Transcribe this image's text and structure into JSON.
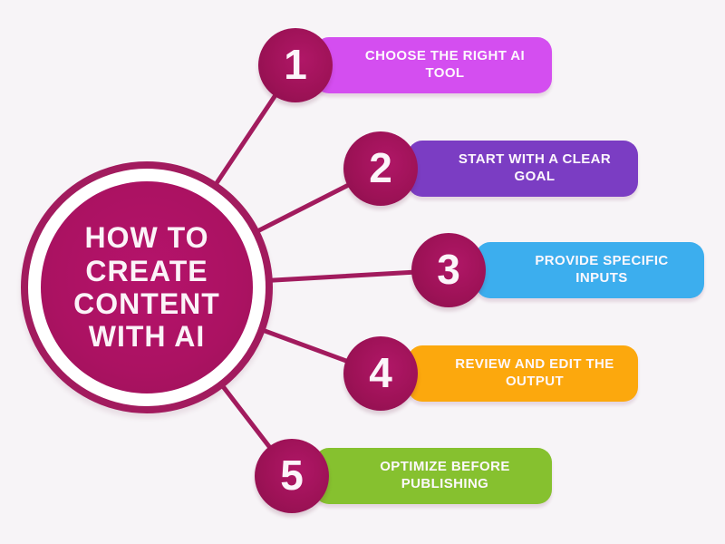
{
  "title": {
    "lines": [
      "HOW TO",
      "CREATE",
      "CONTENT",
      "WITH AI"
    ]
  },
  "steps": [
    {
      "number": "1",
      "label": "CHOOSE THE RIGHT AI TOOL",
      "color": "#d44ef0"
    },
    {
      "number": "2",
      "label": "START WITH A CLEAR GOAL",
      "color": "#7b3dc3"
    },
    {
      "number": "3",
      "label": "PROVIDE SPECIFIC INPUTS",
      "color": "#3caeee"
    },
    {
      "number": "4",
      "label": "REVIEW AND EDIT THE OUTPUT",
      "color": "#fca80d"
    },
    {
      "number": "5",
      "label": "OPTIMIZE BEFORE PUBLISHING",
      "color": "#86c12f"
    }
  ],
  "colors": {
    "background": "#f7f4f7",
    "accent_maroon": "#a21b5e",
    "hub_fill": "#ad1365",
    "text_on_color": "#ffffff"
  }
}
